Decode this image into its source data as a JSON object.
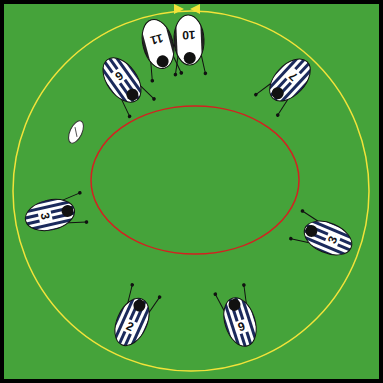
{
  "diagram": {
    "nodes": [
      {
        "text": [
          "11"
        ]
      },
      {
        "text": [
          "10"
        ]
      },
      {
        "text": [
          "6"
        ]
      },
      {
        "text": [
          "7"
        ]
      },
      {
        "text": [
          "3"
        ]
      },
      {
        "text": [
          "3"
        ]
      },
      {
        "text": [
          "2"
        ]
      },
      {
        "text": [
          "9"
        ]
      }
    ]
  }
}
